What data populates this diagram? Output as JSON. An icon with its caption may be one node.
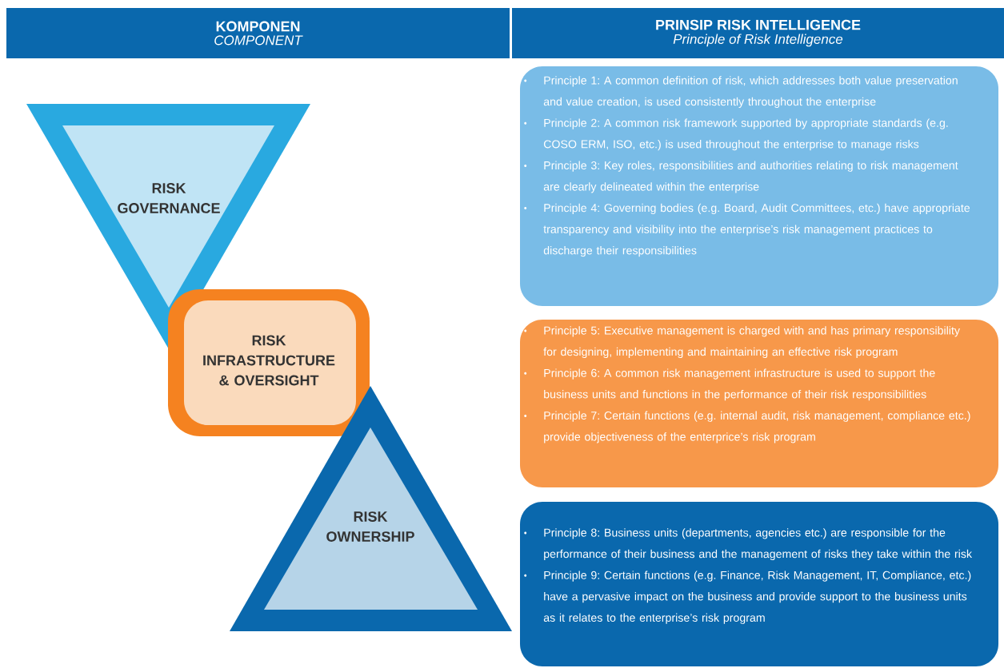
{
  "diagram": {
    "nodes": [
      {
        "text": [
          "KOMPONEN",
          "COMPONENT"
        ]
      },
      {
        "text": [
          "PRINSIP RISK INTELLIGENCE",
          "Principle of Risk Intelligence"
        ]
      },
      {
        "text": [
          "RISK GOVERNANCE"
        ]
      },
      {
        "text": [
          "RISK INFRASTRUCTURE & OVERSIGHT"
        ]
      },
      {
        "text": [
          "RISK OWNERSHIP"
        ]
      },
      {
        "text": [
          "Principle 1: A common definition of risk, which addresses both value preservation and value creation, is used consistently throughout the enterprise",
          "Principle 2: A common risk framework supported by appropriate standards (e.g. COSO ERM, ISO, etc.) is used throughout the enterprise to manage risks",
          "Principle 3: Key roles, responsibilities and authorities relating to risk management are clearly delineated within the enterprise",
          "Principle 4: Governing bodies (e.g. Board, Audit Committees, etc.) have appropriate transparency and visibility into the enterprise’s risk management practices to discharge their responsibilities"
        ]
      },
      {
        "text": [
          "Principle 5: Executive management is charged with and has primary responsibility for designing, implementing and maintaining an effective risk program",
          "Principle 6: A common risk management infrastructure is used to support the business units and functions in the performance of their risk responsibilities",
          "Principle 7: Certain functions (e.g. internal audit, risk management, compliance etc.) provide objectiveness of the enterprice’s risk program"
        ]
      },
      {
        "text": [
          "Principle 8: Business units (departments, agencies etc.) are responsible for the performance of their business and the management of risks they take within the risk",
          "Principle 9: Certain functions (e.g. Finance, Risk Management, IT, Compliance, etc.) have a pervasive impact on the business and provide support to the business units as it relates to the enterprise’s risk program"
        ]
      }
    ]
  }
}
